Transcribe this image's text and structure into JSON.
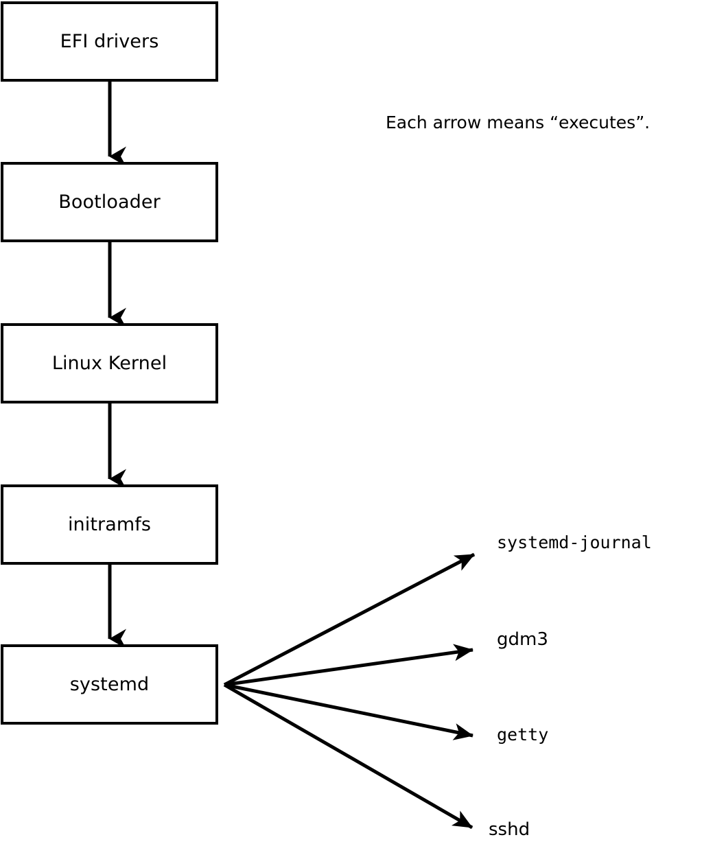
{
  "diagram": {
    "title_note": "Each arrow means “executes”.",
    "colors": {
      "stroke": "#000000",
      "fill": "#ffffff",
      "text": "#000000"
    },
    "boot_chain": [
      {
        "id": "efi-drivers",
        "label": "EFI drivers"
      },
      {
        "id": "bootloader",
        "label": "Bootloader"
      },
      {
        "id": "linux-kernel",
        "label": "Linux Kernel"
      },
      {
        "id": "initramfs",
        "label": "initramfs"
      },
      {
        "id": "systemd",
        "label": "systemd"
      }
    ],
    "chain_edges": [
      {
        "from": "EFI drivers",
        "to": "Bootloader",
        "meaning": "executes"
      },
      {
        "from": "Bootloader",
        "to": "Linux Kernel",
        "meaning": "executes"
      },
      {
        "from": "Linux Kernel",
        "to": "initramfs",
        "meaning": "executes"
      },
      {
        "from": "initramfs",
        "to": "systemd",
        "meaning": "executes"
      }
    ],
    "services": [
      {
        "id": "systemd-journal",
        "label": "systemd-journal",
        "font": "mono"
      },
      {
        "id": "gdm3",
        "label": "gdm3",
        "font": "sans"
      },
      {
        "id": "getty",
        "label": "getty",
        "font": "mono"
      },
      {
        "id": "sshd",
        "label": "sshd",
        "font": "sans"
      }
    ],
    "service_edges": [
      {
        "from": "systemd",
        "to": "systemd-journal",
        "meaning": "executes"
      },
      {
        "from": "systemd",
        "to": "gdm3",
        "meaning": "executes"
      },
      {
        "from": "systemd",
        "to": "getty",
        "meaning": "executes"
      },
      {
        "from": "systemd",
        "to": "sshd",
        "meaning": "executes"
      }
    ]
  }
}
